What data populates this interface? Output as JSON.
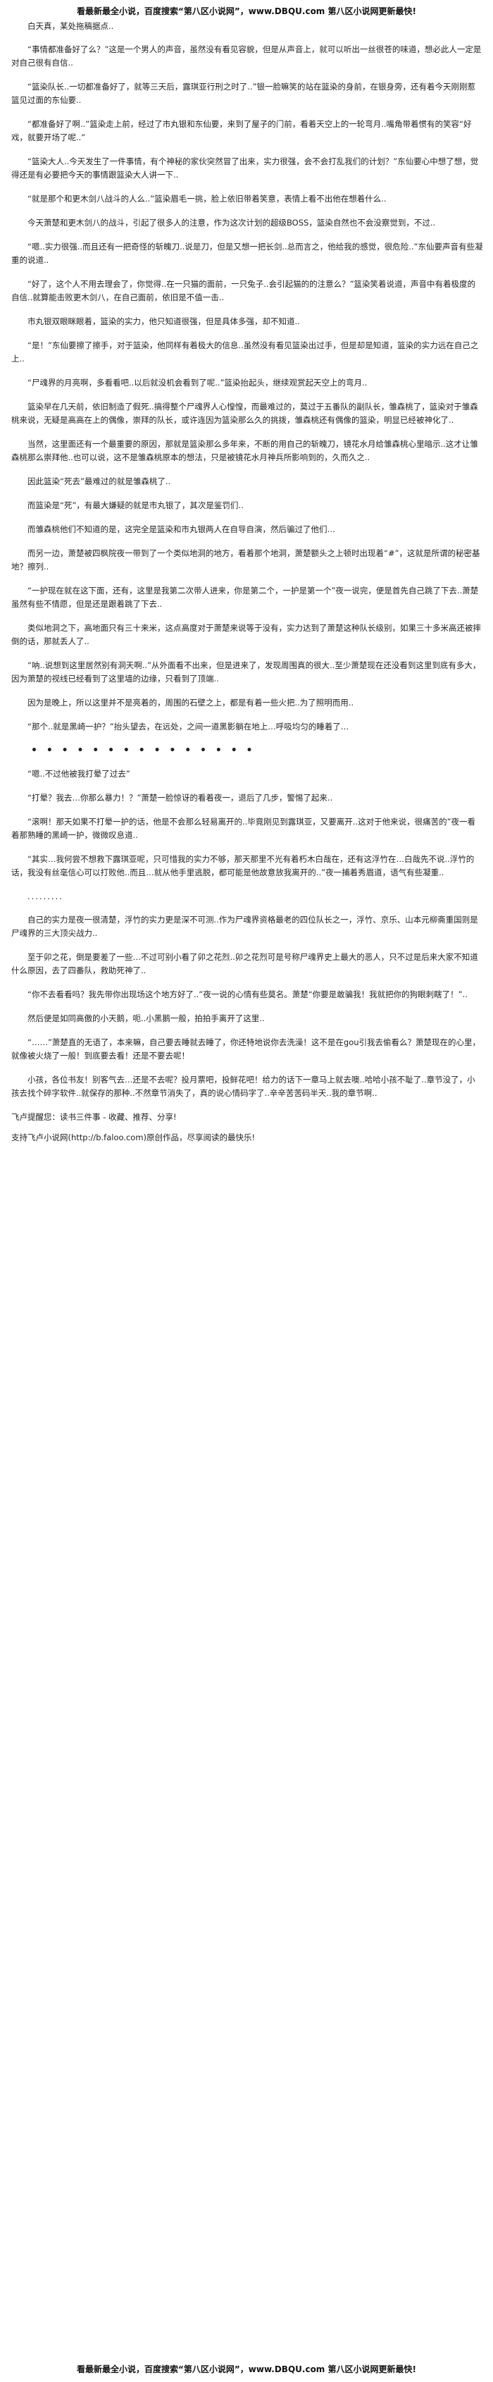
{
  "banner_top": "看最新最全小说，百度搜索“第八区小说网”，www.DBQU.com 第八区小说网更新最快!",
  "banner_bottom": "看最新最全小说，百度搜索“第八区小说网”，www.DBQU.com 第八区小说网更新最快!",
  "author_line": "白天真，某处拖稿据点..",
  "paragraphs": [
    "“事情都准备好了么？”这是一个男人的声音，虽然没有看见容貌，但是从声音上，就可以听出一丝很苍的味道，想必此人一定是对自己很有自信..",
    "“篮染队长..一切都准备好了，就等三天后，露琪亚行刑之时了..”银一脸嘛笑的站在篮染的身前，在银身旁，还有着今天刚刚惹篮见过面的东仙要..",
    "“都准备好了啊..”篮染走上前，经过了市丸银和东仙要，来到了屋子的门前，看着天空上的一轮弯月..嘴角带着惯有的笑容“好戏，就要开场了呢..”",
    "“篮染大人..今天发生了一件事情，有个神秘的家伙突然冒了出来，实力很强，会不会打乱我们的计划？”东仙要心中想了想，觉得还是有必要把今天的事情跟篮染大人讲一下..",
    "“就是那个和更木剑八战斗的人么..”篮染眉毛一挑，脸上依旧带着笑意，表情上看不出他在想着什么..",
    "今天萧楚和更木剑八的战斗，引起了很多人的注意，作为这次计划的超级BOSS，篮染自然也不会没察觉到，不过..",
    "“嗯..实力很强..而且还有一把奇怪的斩魄刀..说是刀，但是又想一把长剑..总而言之，他给我的感觉，很危险..”东仙要声音有些凝重的说道..",
    "“好了，这个人不用去理会了，你觉得..在一只猫的面前，一只兔子..会引起猫的的注意么？”篮染笑着说道，声音中有着极度的自信..就算能击败更木剑八，在自己面前，依旧是不值一击..",
    "市丸银双眼眯眼着，篮染的实力，他只知道很强，但是具体多强，却不知道..",
    "“是！”东仙要擦了擦手，对于篮染，他同样有着极大的信息..虽然没有看见篮染出过手，但是却是知道，篮染的实力远在自己之上..",
    "“尸魂界的月亮啊，多看看吧..以后就没机会看到了呢..”篮染抬起头，继续观赏起天空上的弯月..",
    "篮染早在几天前，依旧制造了假死..搞得整个尸魂界人心惶惶，而最难过的，莫过于五番队的副队长，雏森桃了，篮染对于雏森桃来说，无疑是高高在上的偶像，崇拜的队长，或许连因为篮染那么久的挑拨，雏森桃还有偶像的篮染，明显已经被神化了..",
    "当然，这里面还有一个最重要的原因，那就是篮染那么多年来，不断的用自己的斩魄刀，镜花水月给雏森桃心里暗示..这才让雏森桃那么崇拜他..也可以说，这不是雏森桃原本的想法，只是被镜花水月神兵所影响到的，久而久之..",
    "因此篮染“死去”最难过的就是雏森桃了..",
    "而篮染是“死”，有最大嫌疑的就是市丸银了，其次是鉴罚们..",
    "而雏森桃他们不知道的是，这完全是篮染和市丸银两人在自导自演，然后骗过了他们…",
    "而另一边，萧楚被四枫院夜一带到了一个类似地洞的地方，看着那个地洞，萧楚额头之上顿时出现着“#”，这就是所谓的秘密基地？擦列..",
    "“一护现在就在这下面，还有，这里是我第二次带人进来，你是第二个，一护是第一个”夜一说完，便是首先自己跳了下去..萧楚虽然有些不情愿，但是还是跟着跳了下去..",
    "类似地洞之下，高地面只有三十来米，这点高度对于萧楚来说等于没有，实力达到了萧楚这种队长级别，如果三十多米高还被摔倒的话，那就丢人了..",
    "“呐..说想到这里居然别有洞天啊..”从外面看不出来，但是进来了，发现周围真的很大..至少萧楚现在还没看到这里到底有多大，因为萧楚的视线已经看到了这里墙的边缘，只看到了顶端..",
    "因为是晚上，所以这里并不是亮着的，周围的石壁之上，都是有着一些火把..为了照明而用..",
    "“那个..就是黑崎一护？”抬头望去，在远处，之间一道黑影躺在地上…呼吸均匀的睡着了…",
    "“嗯..不过他被我打晕了过去”",
    "“打晕？我去…你那么暴力！？”萧楚一脸惊讶的看着夜一，退后了几步，警惕了起来..",
    "“滚啊！那天如果不打晕一护的话，他是不会那么轻易离开的..毕竟刚见到露琪亚，又要离开..这对于他来说，很痛苦的”夜一看着那熟睡的黑崎一护，微微叹息道..",
    "“其实…我何尝不想救下露琪亚呢，只可惜我的实力不够，那天那里不光有着朽木白哉在，还有这浮竹在…白哉先不说..浮竹的话，我没有丝毫信心可以打败他..而且…就从他手里逃脱，都可能是他故意放我离开的..”夜一捕着秀眉道，语气有些凝重..",
    "自己的实力是夜一很清楚，浮竹的实力更是深不可测..作为尸魂界资格最老的四位队长之一，浮竹、京乐、山本元柳斋重国则是尸魂界的三大顶尖战力..",
    "至于卯之花，倒是要差了一些…不过可别小看了卯之花烈..卯之花烈可是号称尸魂界史上最大的恶人，只不过是后来大家不知道什么原因，去了四番队，救助死神了..",
    "“你不去看看吗？我先带你出现场这个地方好了..”夜一说的心情有些莫名。萧楚“你要是敢骗我！我就把你的狗眼刺瞎了！”..",
    "然后便是如同高傲的小天鹅，呃..小黑鹅一般，拍拍手离开了这里..",
    "“……”萧楚直的无语了，本来嘛，自己要去睡就去睡了，你还特地说你去洗澡！这不是在gou引我去偷看么？萧楚现在的心里，就像被火烧了一般！到底要去看！还是不要去呢！",
    "小孩，各位书友！别客气去…还是不去呢？投月票吧，投鲜花吧！给力的话下一章马上就去噢..哈哈小孩不耻了..章节没了，小孩去找个碎字软件..就保存的那种..不然章节消失了，真的说心情码字了..辛辛苦苦码半天..我的章节啊.."
  ],
  "footer_note": "飞卢提醒您：读书三件事 - 收藏、推荐、分享!",
  "footer_site": "支持飞卢小说网(http://b.faloo.com)原创作品，尽享阅读的最快乐!"
}
